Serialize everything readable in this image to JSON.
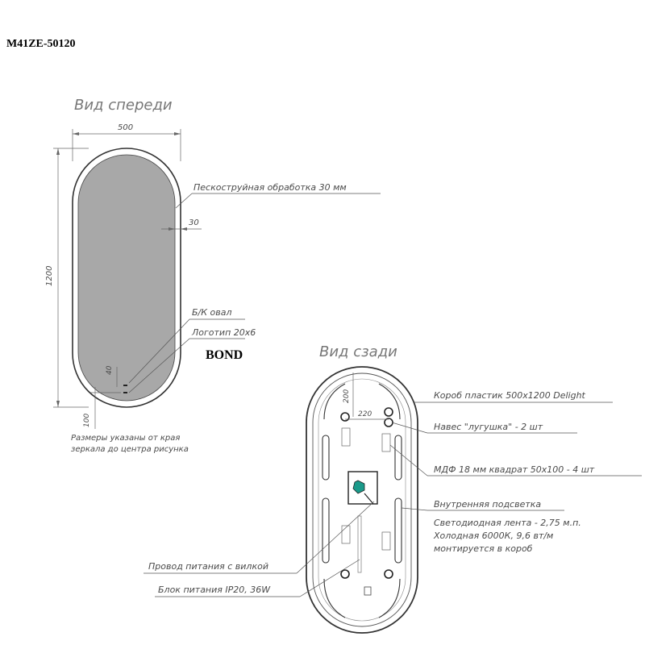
{
  "model_code": "M41ZE-50120",
  "front_view": {
    "title": "Вид спереди",
    "width_dim": "500",
    "height_dim": "1200",
    "sandblast_dim": "30",
    "offset_40": "40",
    "offset_100": "100",
    "label_sandblast": "Пескоструйная обработка 30 мм",
    "label_switch": "Б/К овал",
    "label_logo": "Логотип 20х6",
    "logo_text": "BOND",
    "note_line1": "Размеры указаны от края",
    "note_line2": "зеркала до центра рисунка"
  },
  "back_view": {
    "title": "Вид сзади",
    "dim_200": "200",
    "dim_220": "220",
    "label_box": "Короб пластик 500х1200 Delight",
    "label_hanger": "Навес \"лугушка\" - 2 шт",
    "label_mdf": "МДФ 18 мм квадрат 50х100 - 4 шт",
    "label_backlight": "Внутренняя подсветка",
    "label_led1": "Светодиодная лента - 2,75 м.п.",
    "label_led2": "Холодная 6000К, 9,6 вт/м",
    "label_led3": "монтируется в короб",
    "label_cable": "Провод питания с вилкой",
    "label_psu": "Блок питания IP20, 36W"
  },
  "colors": {
    "line": "#333333",
    "mirror_fill": "#a8a8a8",
    "accent": "#1a9a8a"
  }
}
